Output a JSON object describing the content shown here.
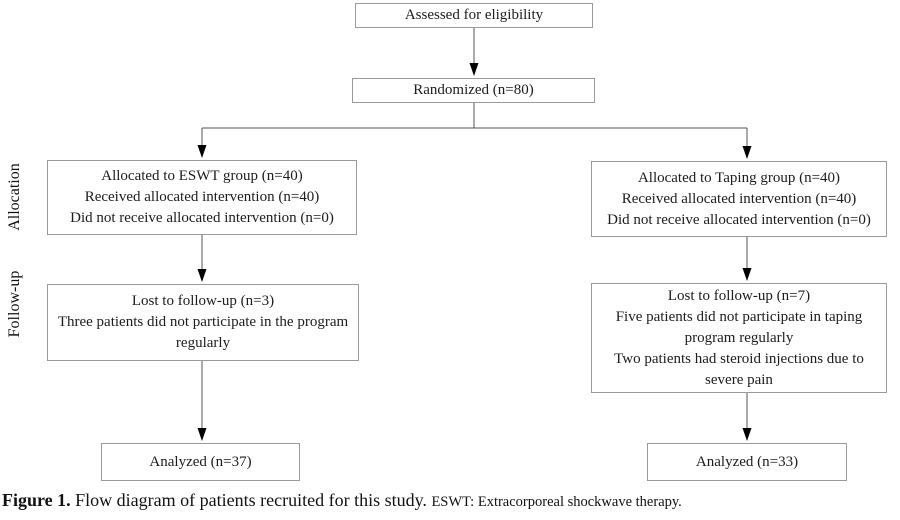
{
  "figure": {
    "caption_label": "Figure 1.",
    "caption_text": "Flow diagram of patients recruited for this study.",
    "caption_note": "ESWT: Extracorporeal shockwave therapy."
  },
  "stage_labels": {
    "allocation": "Allocation",
    "followup": "Follow-up"
  },
  "boxes": {
    "assessed": {
      "lines": [
        "Assessed for eligibility"
      ]
    },
    "randomized": {
      "lines": [
        "Randomized (n=80)"
      ]
    },
    "alloc_left": {
      "lines": [
        "Allocated to ESWT group (n=40)",
        "Received allocated intervention (n=40)",
        "Did not receive allocated intervention (n=0)"
      ]
    },
    "alloc_right": {
      "lines": [
        "Allocated to Taping group (n=40)",
        "Received allocated intervention (n=40)",
        "Did not receive allocated intervention (n=0)"
      ]
    },
    "followup_left": {
      "lines": [
        "Lost to follow-up (n=3)",
        "Three patients did not participate in the program regularly"
      ]
    },
    "followup_right": {
      "lines": [
        "Lost to follow-up (n=7)",
        "Five patients did not participate in taping program regularly",
        "Two patients had steroid injections due to severe pain"
      ]
    },
    "analyzed_left": {
      "lines": [
        "Analyzed (n=37)"
      ]
    },
    "analyzed_right": {
      "lines": [
        "Analyzed (n=33)"
      ]
    }
  },
  "colors": {
    "box_border": "#9a9a9a",
    "connector": "#555555",
    "arrowhead": "#000000",
    "text": "#1c1c1c"
  }
}
